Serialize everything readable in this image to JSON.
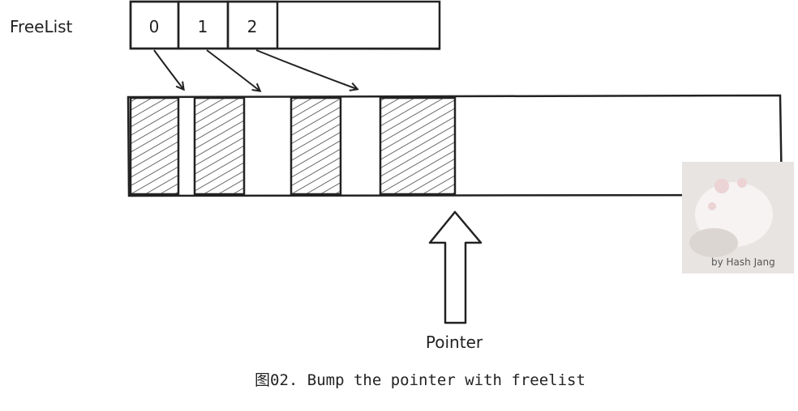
{
  "freelist": {
    "label": "FreeList",
    "slots": [
      "0",
      "1",
      "2"
    ]
  },
  "pointer": {
    "label": "Pointer"
  },
  "caption": {
    "text": "图02. Bump the pointer with freelist"
  },
  "watermark": {
    "text": "by Hash Jang"
  },
  "colors": {
    "stroke": "#222222",
    "hatch": "#444444",
    "background": "#ffffff",
    "watermark_bg": "#e8e4e2"
  }
}
